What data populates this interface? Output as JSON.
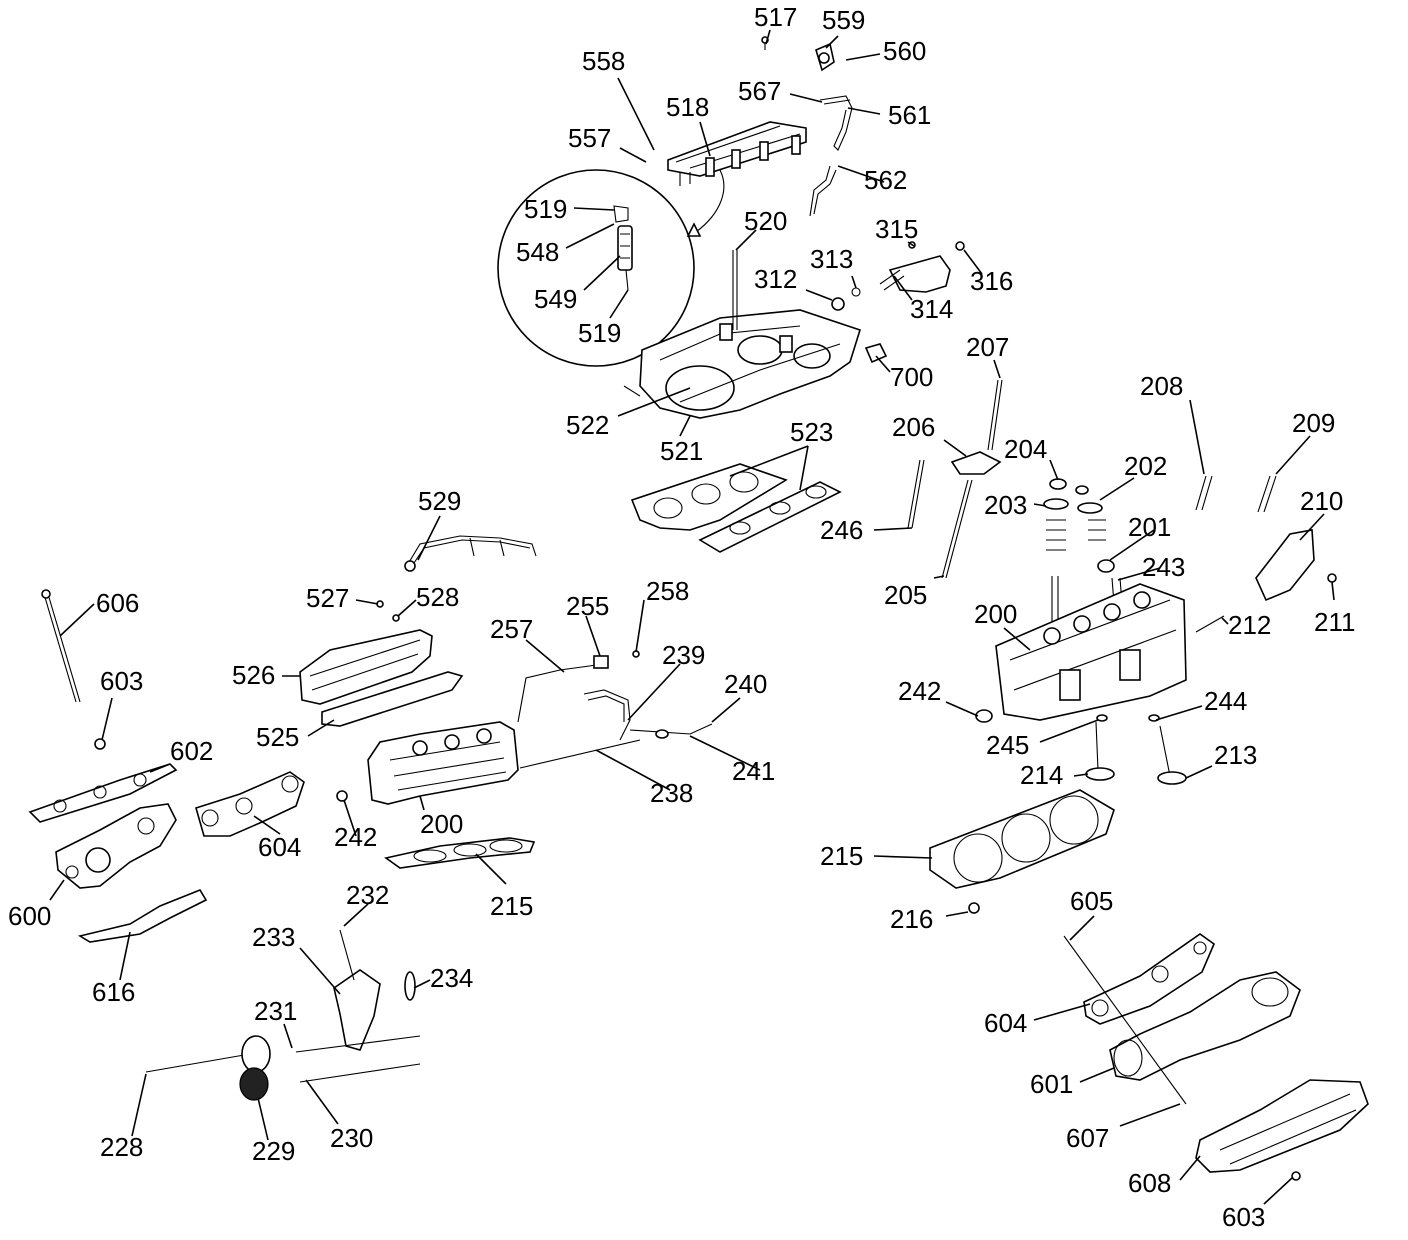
{
  "callouts": {
    "c517": "517",
    "c559": "559",
    "c560": "560",
    "c558": "558",
    "c567": "567",
    "c518": "518",
    "c561": "561",
    "c557": "557",
    "c562": "562",
    "c519a": "519",
    "c548": "548",
    "c549": "549",
    "c519b": "519",
    "c520": "520",
    "c315": "315",
    "c313": "313",
    "c312": "312",
    "c316": "316",
    "c314": "314",
    "c700": "700",
    "c207": "207",
    "c522": "522",
    "c521": "521",
    "c523": "523",
    "c208": "208",
    "c206": "206",
    "c204": "204",
    "c202": "202",
    "c209": "209",
    "c203": "203",
    "c210": "210",
    "c201": "201",
    "c246": "246",
    "c529": "529",
    "c243": "243",
    "c205": "205",
    "c606": "606",
    "c527": "527",
    "c528": "528",
    "c258": "258",
    "c255": "255",
    "c200r": "200",
    "c212": "212",
    "c211": "211",
    "c257": "257",
    "c239": "239",
    "c603a": "603",
    "c526": "526",
    "c240": "240",
    "c242r": "242",
    "c244": "244",
    "c525": "525",
    "c602": "602",
    "c245": "245",
    "c241": "241",
    "c214": "214",
    "c213": "213",
    "c238": "238",
    "c604a": "604",
    "c242l": "242",
    "c200l": "200",
    "c215r": "215",
    "c600": "600",
    "c215l": "215",
    "c216": "216",
    "c232": "232",
    "c605": "605",
    "c616": "616",
    "c233": "233",
    "c234": "234",
    "c604b": "604",
    "c231": "231",
    "c601": "601",
    "c607": "607",
    "c228": "228",
    "c229": "229",
    "c230": "230",
    "c608": "608",
    "c603b": "603"
  }
}
